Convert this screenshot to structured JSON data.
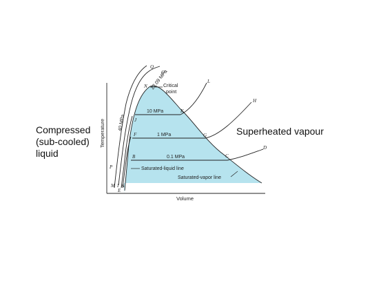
{
  "side_labels": {
    "left": [
      "Compressed",
      "(sub-cooled)",
      "liquid"
    ],
    "right": "Superheated vapour"
  },
  "diagram": {
    "axis_labels": {
      "y": "Temperature",
      "x": "Volume"
    },
    "isobars": {
      "p_critical": "22.09 MPa",
      "p_40": "40 MPa",
      "p_10": "10 MPa",
      "p_1": "1 MPa",
      "p_01": "0.1 MPa"
    },
    "annotations": {
      "critical_line1": "Critical",
      "critical_line2": "point",
      "sat_liquid": "Saturated-liquid line",
      "sat_vapor": "Saturated-vapor line"
    },
    "points": {
      "Q": "Q",
      "O": "O",
      "N": "N",
      "L": "L",
      "H": "H",
      "K": "K",
      "J": "J",
      "G": "G",
      "F": "F",
      "D": "D",
      "C": "C",
      "B": "B",
      "P": "P",
      "M": "M",
      "I": "I",
      "A": "A",
      "E": "E"
    },
    "colors": {
      "dome_fill": "#b6e3ee",
      "line": "#222222"
    }
  }
}
